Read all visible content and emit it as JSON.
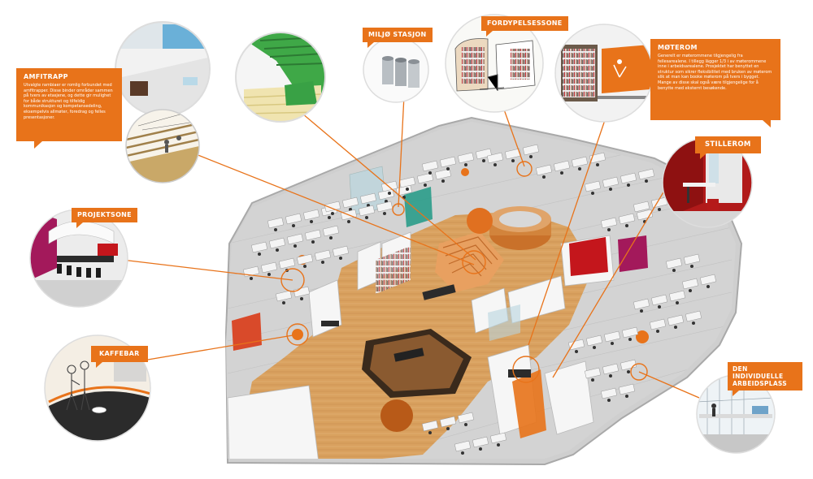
{
  "colors": {
    "accent_orange": "#e8731a",
    "floor_wood": "#d9a15f",
    "floor_grey": "#c9c9c9",
    "desk_white": "#f4f4f4",
    "accent_red": "#c4161c",
    "accent_magenta": "#a3195b",
    "accent_green": "#3aa14a",
    "glass_teal": "#2a9c8a"
  },
  "callouts": {
    "amfitrapp": {
      "title": "AMFITRAPP",
      "body": "Utvalgte rambiaer er romlig forbundet med amfitrapper. Disse binder områder sammen på tvers av etasjene, og dette gir mulighet for både strukturet og tilfeldig kommunikasjon og kompetansedeling, eksempelvis allmøter, foredrag og felles presentasjoner."
    },
    "miljostasjon": {
      "title": "MILJØ STASJON"
    },
    "fordypelsessone": {
      "title": "FORDYPELSESSONE"
    },
    "moterom": {
      "title": "MØTEROM",
      "body": "Generelt er møterommene tilgjengelig fra fellesarealene. I tillegg lägger 1/3 i av møterommene inne i arbeidsarealene. Prosjektet har benyttet en struktur som sikrer fleksibilitet med bruken av møterom slik at man kan booke møterom på tvers i bygget. Mange av disse skal også være tilgjengelige for å benytte med eksternt besøkende."
    },
    "stillerom": {
      "title": "STILLEROM"
    },
    "projektsone": {
      "title": "PROJEKTSONE"
    },
    "kaffebar": {
      "title": "KAFFEBAR"
    },
    "individuelle": {
      "title": "DEN INDIVIDUELLE ARBEIDSPLASS"
    }
  }
}
